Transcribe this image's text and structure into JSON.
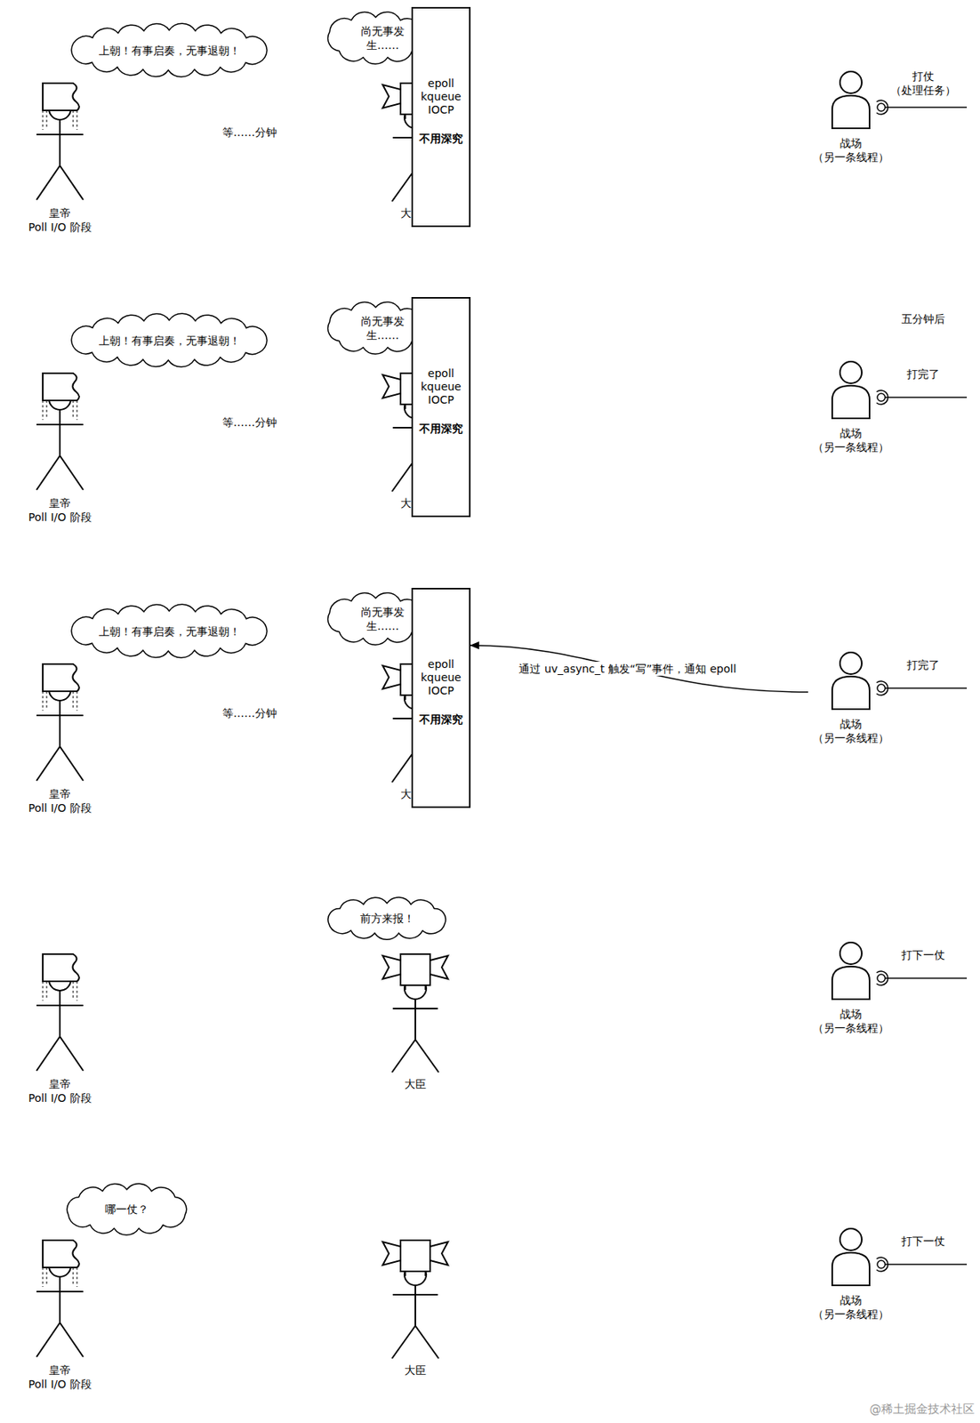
{
  "diagram": {
    "nodes": [
      {
        "text": [
          "上朝！有事启奏，无事退朝！"
        ]
      },
      {
        "text": [
          "皇帝",
          "Poll I/O 阶段"
        ]
      },
      {
        "text": [
          "尚无事发生……"
        ]
      },
      {
        "text": [
          "epoll kqueue IOCP",
          "不用深究"
        ]
      },
      {
        "text": [
          "战场",
          "（另一条线程）"
        ]
      },
      {
        "text": [
          "上朝！有事启奏，无事退朝！"
        ]
      },
      {
        "text": [
          "皇帝",
          "Poll I/O 阶段"
        ]
      },
      {
        "text": [
          "尚无事发生……"
        ]
      },
      {
        "text": [
          "epoll kqueue IOCP",
          "不用深究"
        ]
      },
      {
        "text": [
          "战场",
          "（另一条线程）"
        ]
      },
      {
        "text": [
          "上朝！有事启奏，无事退朝！"
        ]
      },
      {
        "text": [
          "皇帝",
          "Poll I/O 阶段"
        ]
      },
      {
        "text": [
          "尚无事发生……"
        ]
      },
      {
        "text": [
          "epoll kqueue IOCP",
          "不用深究"
        ]
      },
      {
        "text": [
          "战场",
          "（另一条线程）"
        ]
      },
      {
        "text": [
          "皇帝",
          "Poll I/O 阶段"
        ]
      },
      {
        "text": [
          "前方来报！"
        ]
      },
      {
        "text": [
          "大臣"
        ]
      },
      {
        "text": [
          "战场",
          "（另一条线程）"
        ]
      },
      {
        "text": [
          "哪一仗？"
        ]
      },
      {
        "text": [
          "皇帝",
          "Poll I/O 阶段"
        ]
      },
      {
        "text": [
          "大臣"
        ]
      },
      {
        "text": [
          "战场",
          "（另一条线程）"
        ]
      }
    ],
    "edges": [
      {
        "from": 14,
        "to": 13,
        "arrow": "to",
        "label": "通过 uv_async_t 触发“写”事件，通知 epoll"
      }
    ],
    "labels": [
      "等……分钟",
      "大",
      "打仗",
      "（处理任务）",
      "等……分钟",
      "大",
      "五分钟后",
      "打完了",
      "等……分钟",
      "大",
      "打完了",
      "打下一仗",
      "打下一仗",
      "@稀土掘金技术社区"
    ]
  }
}
